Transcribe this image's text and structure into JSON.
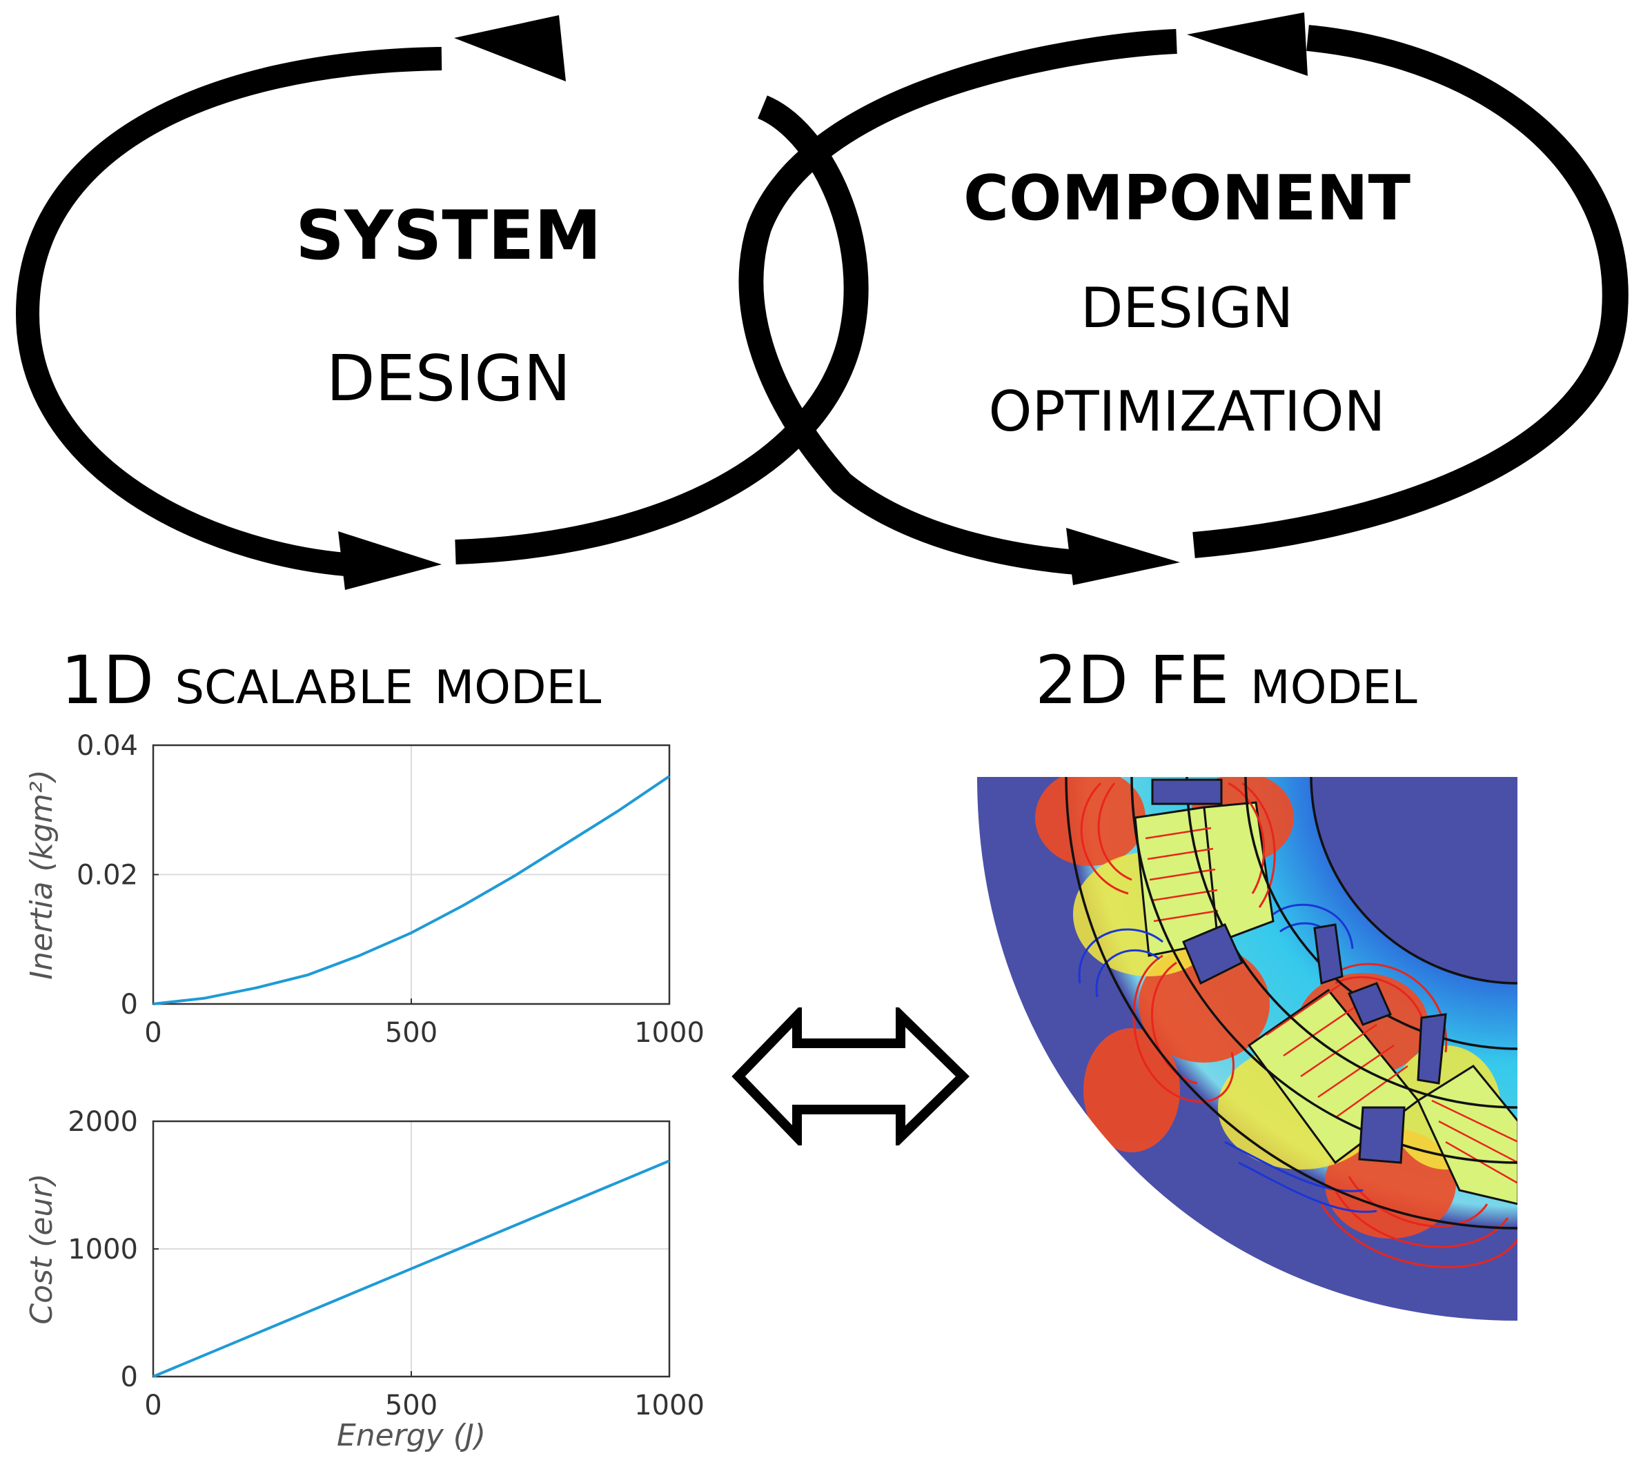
{
  "loops": {
    "system": {
      "title": "SYSTEM",
      "subtitle": "DESIGN"
    },
    "component": {
      "title": "COMPONENT",
      "line2": "DESIGN",
      "line3": "OPTIMIZATION"
    }
  },
  "models": {
    "left_title": "1D scalable model",
    "right_title": "2D FE model"
  },
  "colors": {
    "line": "#1f9ad6",
    "fe_background": "#4a50a8",
    "flux_red": "#e8261c",
    "flux_blue": "#1c36d6",
    "magnet_fill": "#d8f27a"
  },
  "chart_data": [
    {
      "type": "line",
      "title": "",
      "xlabel": "",
      "ylabel": "Inertia (kgm²)",
      "xlim": [
        0,
        1000
      ],
      "ylim": [
        0,
        0.04
      ],
      "xticks": [
        "0",
        "500",
        "1000"
      ],
      "yticks": [
        "0",
        "0.02",
        "0.04"
      ],
      "grid": true,
      "x": [
        0,
        100,
        200,
        300,
        400,
        500,
        600,
        700,
        800,
        900,
        1000
      ],
      "y": [
        0,
        0.0009,
        0.0025,
        0.0045,
        0.0075,
        0.011,
        0.0152,
        0.0198,
        0.0248,
        0.0298,
        0.0352
      ]
    },
    {
      "type": "line",
      "title": "",
      "xlabel": "Energy (J)",
      "ylabel": "Cost (eur)",
      "xlim": [
        0,
        1000
      ],
      "ylim": [
        0,
        2000
      ],
      "xticks": [
        "0",
        "500",
        "1000"
      ],
      "yticks": [
        "0",
        "1000",
        "2000"
      ],
      "grid": true,
      "x": [
        0,
        1000
      ],
      "y": [
        0,
        1690
      ]
    }
  ]
}
